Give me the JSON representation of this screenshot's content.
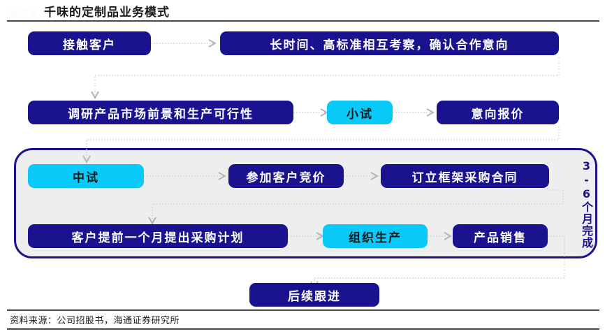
{
  "header": {
    "figure_label": "图39",
    "title": "千味的定制品业务模式"
  },
  "footer": {
    "source": "资料来源：公司招股书，海通证券研究所"
  },
  "colors": {
    "navy": "#1a1390",
    "cyan": "#08c9f7",
    "group_fill": "#eeeeee",
    "connector": "#b8b8b8",
    "rule": "#4a4a4a"
  },
  "group": {
    "label": "3-6个月完成"
  },
  "nodes": [
    {
      "id": "contact-customer",
      "label": "接触客户",
      "style": "navy"
    },
    {
      "id": "mutual-inspection",
      "label": "长时间、高标准相互考察，确认合作意向",
      "style": "navy"
    },
    {
      "id": "market-research",
      "label": "调研产品市场前景和生产可行性",
      "style": "navy"
    },
    {
      "id": "small-trial",
      "label": "小试",
      "style": "cyan"
    },
    {
      "id": "intent-quotation",
      "label": "意向报价",
      "style": "navy"
    },
    {
      "id": "pilot-trial",
      "label": "中试",
      "style": "cyan"
    },
    {
      "id": "customer-bidding",
      "label": "参加客户竞价",
      "style": "navy"
    },
    {
      "id": "framework-contract",
      "label": "订立框架采购合同",
      "style": "navy"
    },
    {
      "id": "purchase-plan",
      "label": "客户提前一个月提出采购计划",
      "style": "navy"
    },
    {
      "id": "organize-production",
      "label": "组织生产",
      "style": "cyan"
    },
    {
      "id": "product-sales",
      "label": "产品销售",
      "style": "navy"
    },
    {
      "id": "follow-up",
      "label": "后续跟进",
      "style": "navy"
    }
  ]
}
